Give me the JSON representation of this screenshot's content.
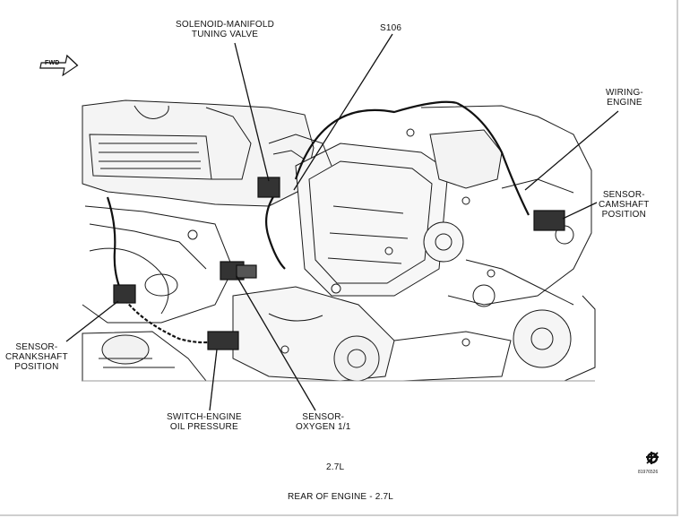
{
  "labels": {
    "solenoid": [
      "SOLENOID-MANIFOLD",
      "TUNING VALVE"
    ],
    "s106": "S106",
    "wiring": [
      "WIRING-",
      "ENGINE"
    ],
    "camshaft": [
      "SENSOR-",
      "CAMSHAFT",
      "POSITION"
    ],
    "crankshaft": [
      "SENSOR-",
      "CRANKSHAFT",
      "POSITION"
    ],
    "oil_pressure": [
      "SWITCH-ENGINE",
      "OIL PRESSURE"
    ],
    "oxygen": [
      "SENSOR-",
      "OXYGEN 1/1"
    ]
  },
  "fwd_label": "FWD",
  "engine_label": "2.7L",
  "caption": "REAR OF ENGINE - 2.7L",
  "figure_id": "81976526",
  "icon": "gear-wrench-icon"
}
